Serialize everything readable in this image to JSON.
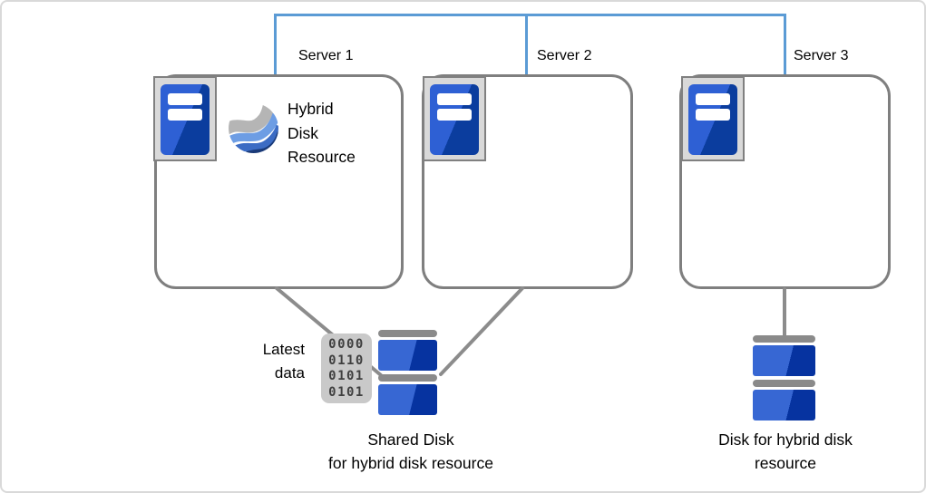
{
  "colors": {
    "network": "#5b9bd5",
    "boxBorder": "#7f7f7f",
    "connector": "#8c8c8c",
    "chassisLight": "#2e60d4",
    "chassisDark": "#0b3d9e",
    "diskLight": "#3767d3",
    "diskDark": "#0633a0"
  },
  "servers": [
    {
      "label": "Server 1"
    },
    {
      "label": "Server 2"
    },
    {
      "label": "Server 3"
    }
  ],
  "hybrid_resource": {
    "line1": "Hybrid",
    "line2": "Disk",
    "line3": "Resource"
  },
  "latest": {
    "line1": "Latest",
    "line2": "data",
    "binary": [
      "0000",
      "0110",
      "0101",
      "0101"
    ]
  },
  "shared_disk": {
    "line1": "Shared Disk",
    "line2": "for hybrid disk resource"
  },
  "hybrid_disk": {
    "line1": "Disk for hybrid disk",
    "line2": "resource"
  },
  "icons": {
    "server": "server-icon",
    "hybrid_resource": "hybrid-disk-resource-icon",
    "binary": "binary-data-icon",
    "disk": "disk-icon"
  }
}
